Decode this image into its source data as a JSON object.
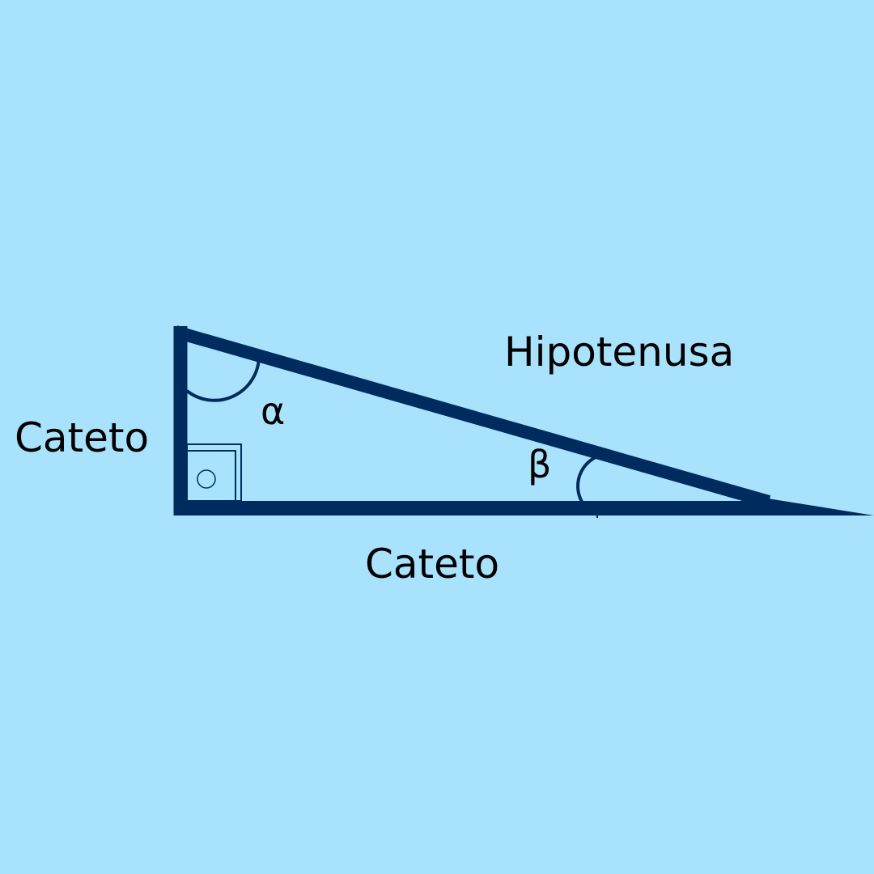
{
  "labels": {
    "hypotenuse": "Hipotenusa",
    "vertical_leg": "Cateto",
    "horizontal_leg": "Cateto",
    "angle_alpha": "α",
    "angle_beta": "β"
  },
  "colors": {
    "background": "#a8e2fc",
    "stroke": "#002b5e",
    "text": "#000000"
  }
}
